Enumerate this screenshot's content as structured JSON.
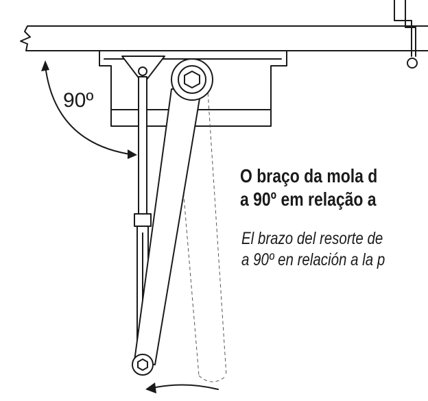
{
  "angle_label": "90º",
  "caption_pt": {
    "line1": "O braço da mola d",
    "line2": "a 90º em relação a"
  },
  "caption_es": {
    "line1": "El brazo del resorte de",
    "line2": "a 90º en relación a la p"
  },
  "colors": {
    "ink": "#1a1a1a",
    "dashed": "#555555",
    "background": "#ffffff"
  }
}
